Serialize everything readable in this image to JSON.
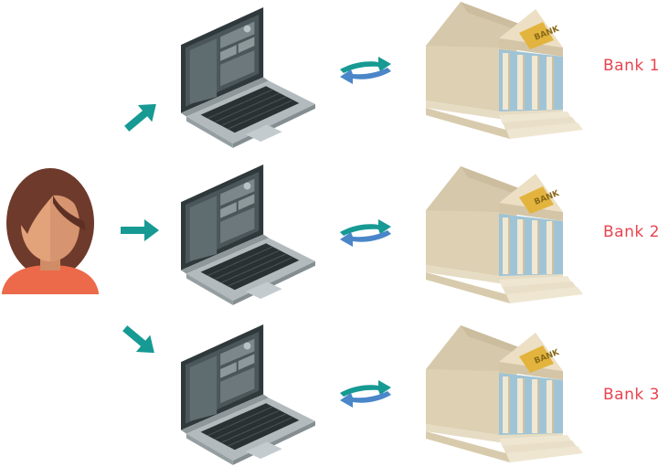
{
  "banks": [
    {
      "label": "Bank 1",
      "sign": "BANK"
    },
    {
      "label": "Bank 2",
      "sign": "BANK"
    },
    {
      "label": "Bank 3",
      "sign": "BANK"
    }
  ],
  "colors": {
    "label": "#e8444f",
    "teal_arrow": "#169a93",
    "blue_arrow": "#4a86c8",
    "shirt": "#ec6a4a",
    "hair": "#6e3a2b",
    "skin": "#e2a27a",
    "laptop_body": "#a9b1b3",
    "screen": "#3a4548",
    "bank_stone": "#e7dcc2",
    "bank_sign": "#e3b43d"
  },
  "icons": [
    "person-icon",
    "laptop-icon",
    "bank-building-icon",
    "arrow-icon",
    "exchange-arrows-icon"
  ]
}
